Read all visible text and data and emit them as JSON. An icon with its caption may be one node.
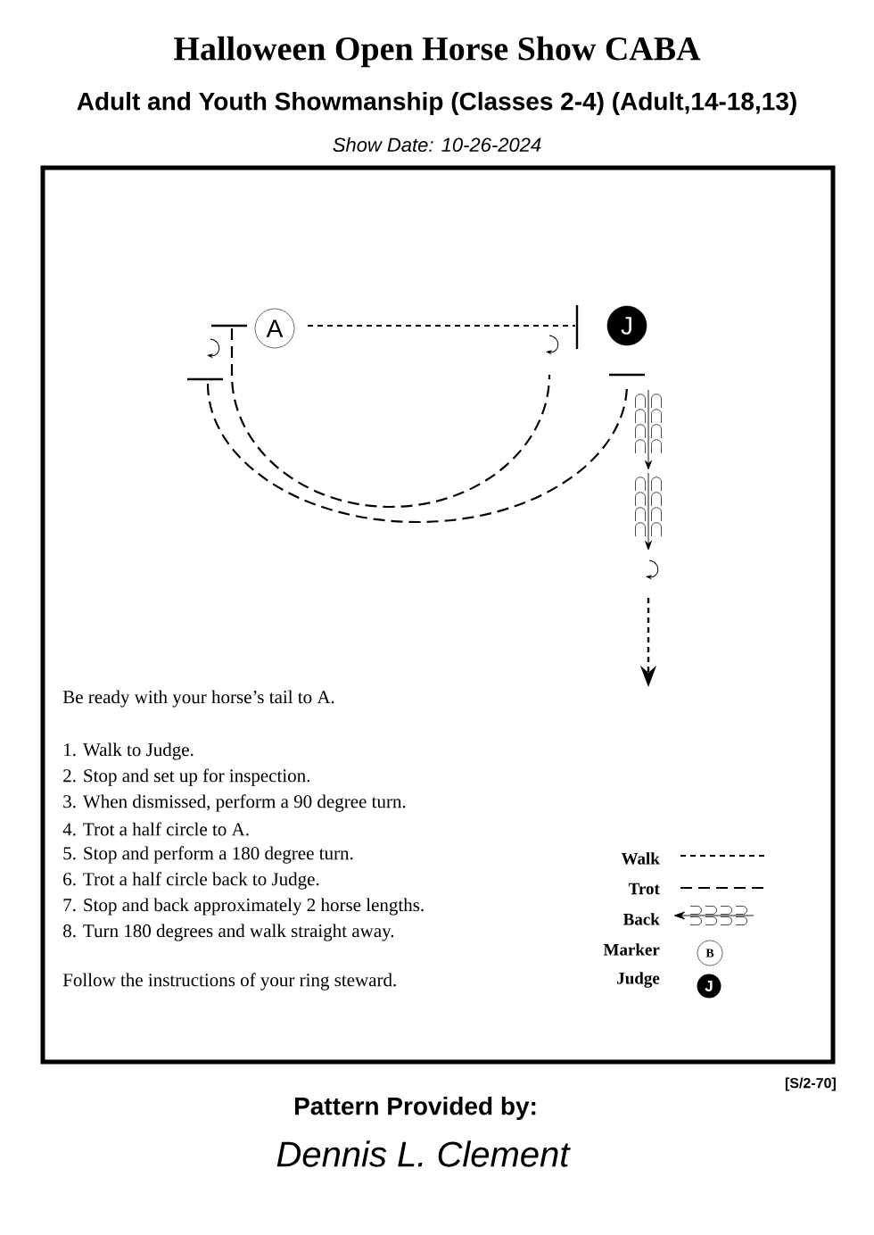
{
  "diagram": {
    "title": "Halloween Open Horse Show CABA",
    "nodes": [
      {
        "text": [
          "A"
        ]
      },
      {
        "text": [
          "J"
        ]
      }
    ],
    "labels": [
      "Adult and Youth Showmanship (Classes 2-4) (Adult,14-18,13)",
      "Show Date: 10-26-2024",
      "Be ready with your horse’s tail to A.",
      "1. Walk to Judge.",
      "2. Stop and set up for inspection.",
      "3. When dismissed, perform a 90 degree turn.",
      "4. Trot a half circle to A.",
      "5. Stop and perform a 180 degree turn.",
      "6. Trot a half circle back to Judge.",
      "7. Stop and back approximately 2 horse lengths.",
      "8. Turn 180 degrees and walk straight away.",
      "Follow the instructions of your ring steward.",
      "B",
      "J",
      "[S/2-70]",
      "Pattern Provided by:",
      "Dennis L. Clement"
    ],
    "legend": [
      {
        "text": "Walk"
      },
      {
        "text": "Trot"
      },
      {
        "text": "Back"
      },
      {
        "text": "Marker"
      },
      {
        "text": "Judge"
      }
    ]
  }
}
